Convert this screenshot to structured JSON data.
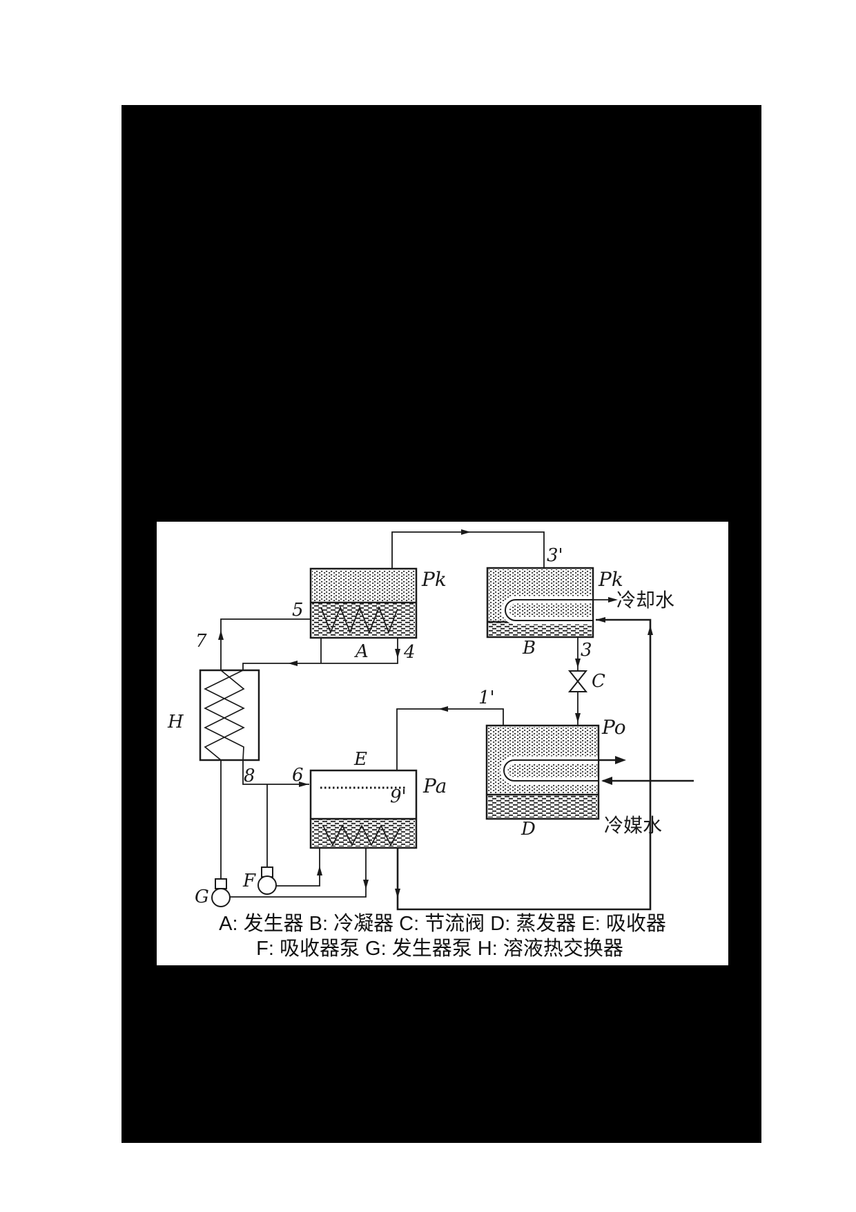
{
  "diagram": {
    "labels": {
      "pk_a": "Pk",
      "pk_b": "Pk",
      "po": "Po",
      "pa": "Pa",
      "three_prime": "3'",
      "one_prime": "1'",
      "nine_prime": "9'",
      "three": "3",
      "four": "4",
      "five": "5",
      "six": "6",
      "seven": "7",
      "eight": "8",
      "a": "A",
      "b": "B",
      "c": "C",
      "d": "D",
      "e": "E",
      "f": "F",
      "g": "G",
      "h": "H",
      "cooling_water": "冷却水",
      "chilled_water": "冷媒水"
    },
    "legend": {
      "line1": "A: 发生器   B: 冷凝器   C: 节流阀   D: 蒸发器   E: 吸收器",
      "line2": "F: 吸收器泵   G: 发生器泵   H: 溶液热交换器"
    },
    "colors": {
      "page_bg": "#ffffff",
      "panel_bg": "#000000",
      "diagram_bg": "#ffffff",
      "line": "#1a1a1a"
    }
  }
}
